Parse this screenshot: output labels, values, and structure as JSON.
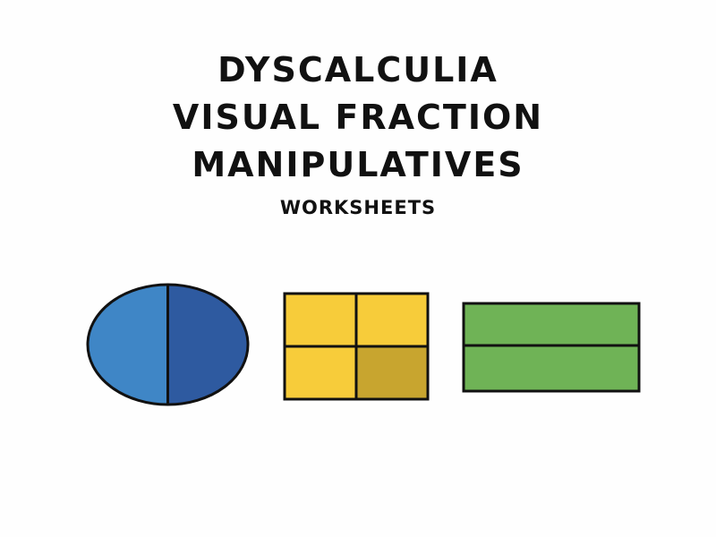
{
  "title": {
    "line1": "DYSCALCULIA",
    "line2": "VISUAL FRACTION",
    "line3": "MANIPULATIVES"
  },
  "subtitle": "WORKSHEETS",
  "manipulatives": [
    {
      "name": "circle-halves",
      "shape": "circle",
      "parts": 2,
      "colors": [
        "#3f86c6",
        "#2e5aa0"
      ]
    },
    {
      "name": "square-quarters",
      "shape": "square",
      "parts": 4,
      "colors": [
        "#f7cc3a",
        "#f7cc3a",
        "#f7cc3a",
        "#c8a52f"
      ]
    },
    {
      "name": "rectangle-halves",
      "shape": "rectangle",
      "parts": 2,
      "colors": [
        "#6fb356",
        "#6fb356"
      ]
    }
  ],
  "colors": {
    "outline": "#111111",
    "background": "#fefefe"
  }
}
